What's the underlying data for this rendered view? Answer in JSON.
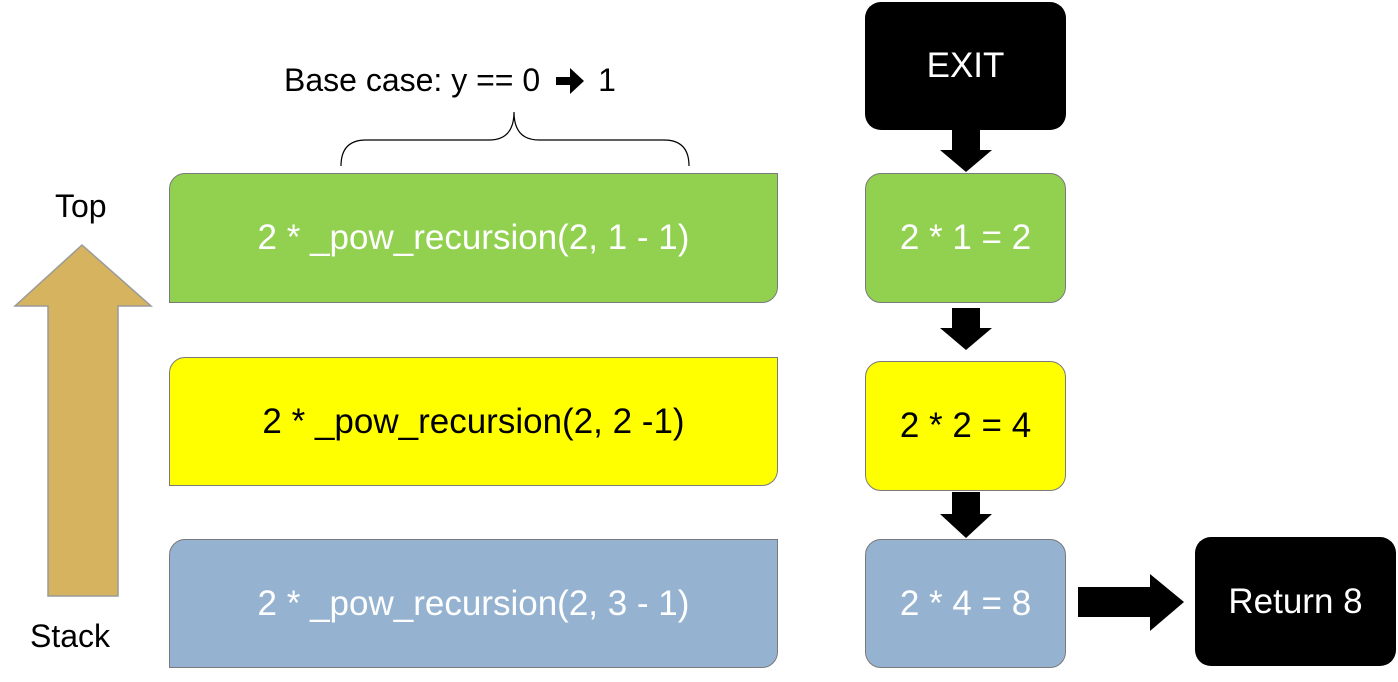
{
  "colors": {
    "top_frame": "#92d050",
    "middle_frame": "#ffff00",
    "bottom_frame": "#95b3d1",
    "stack_arrow": "#d6b35e",
    "terminal": "#000000"
  },
  "base_case": {
    "text": "Base case: y == 0",
    "arrow_icon": "right-arrow-icon",
    "result": "1"
  },
  "stack_labels": {
    "top": "Top",
    "bottom": "Stack"
  },
  "stack_frames": [
    {
      "call": "2 * _pow_recursion(2, 1 - 1)"
    },
    {
      "call": "2 * _pow_recursion(2, 2 -1)"
    },
    {
      "call": "2 * _pow_recursion(2, 3 - 1)"
    }
  ],
  "exit_box": {
    "label": "EXIT"
  },
  "results": [
    {
      "expr": "2 * 1 = 2"
    },
    {
      "expr": "2 * 2 = 4"
    },
    {
      "expr": "2 * 4 = 8"
    }
  ],
  "return_box": {
    "label": "Return 8"
  }
}
